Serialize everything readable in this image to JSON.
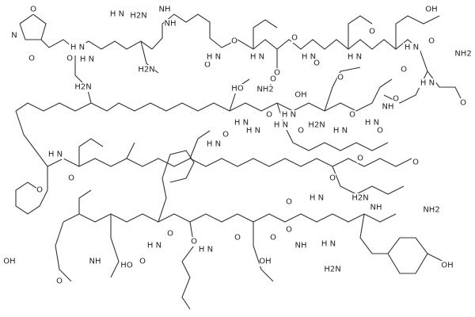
{
  "diagram": {
    "type": "chemical-structure",
    "line_color": "#333333",
    "background": "#ffffff",
    "atom_labels": [
      "O",
      "O",
      "N",
      "O",
      "H N",
      "H N",
      "NH",
      "H2N",
      "NH",
      "H2N",
      "O",
      "O",
      "H N",
      "HO",
      "O",
      "H N",
      "O",
      "H N",
      "O",
      "H N",
      "O",
      "OH",
      "O",
      "H N",
      "O",
      "NH2",
      "O",
      "H N",
      "O",
      "NH",
      "O",
      "NH2",
      "H N",
      "H2N",
      "NH2",
      "O",
      "H N",
      "O",
      "O",
      "H N",
      "O",
      "H N",
      "O",
      "O",
      "H N",
      "OH",
      "O",
      "H N",
      "H N",
      "O",
      "H N",
      "NH",
      "H2N",
      "O",
      "H N",
      "OH",
      "O",
      "H N",
      "O",
      "HO",
      "O",
      "NH",
      "O",
      "H N",
      "O",
      "H N",
      "O",
      "OH",
      "O",
      "NH",
      "O",
      "O",
      "H N",
      "H2N",
      "OH",
      "O",
      "H2N"
    ]
  }
}
